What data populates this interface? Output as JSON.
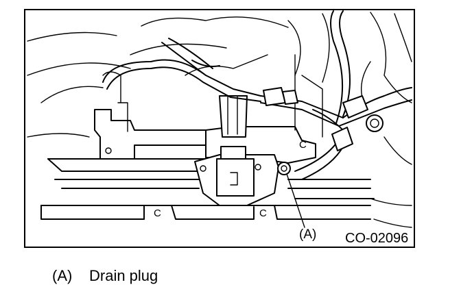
{
  "figure": {
    "callout_label": "(A)",
    "code": "CO-02096",
    "marks": [
      "C",
      "C",
      "C"
    ]
  },
  "legend": {
    "key": "(A)",
    "description": "Drain plug"
  }
}
